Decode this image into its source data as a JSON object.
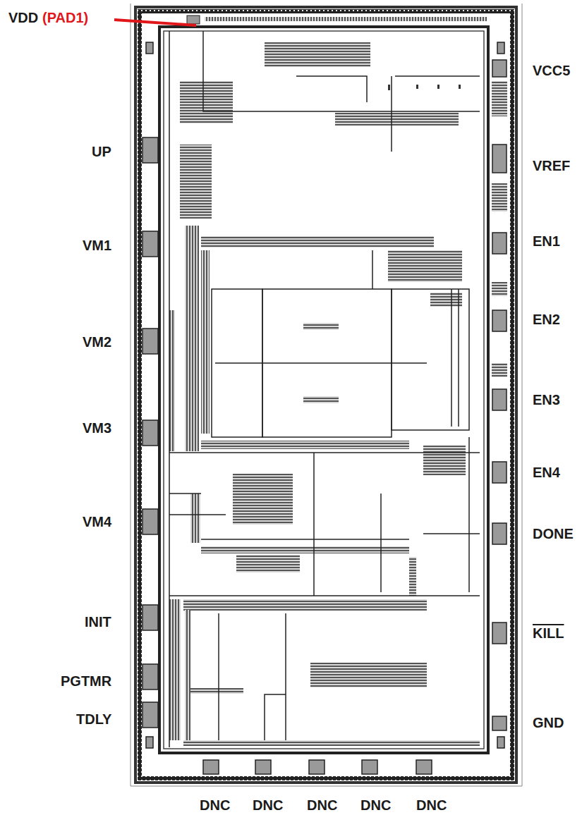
{
  "diagram": {
    "labels": [
      "VDD",
      "(PAD1)",
      "VCC5",
      "UP",
      "VREF",
      "VM1",
      "EN1",
      "EN2",
      "VM2",
      "EN3",
      "VM3",
      "EN4",
      "VM4",
      "DONE",
      "INIT",
      "KILL",
      "PGTMR",
      "TDLY",
      "GND",
      "DNC",
      "DNC",
      "DNC",
      "DNC",
      "DNC"
    ]
  }
}
